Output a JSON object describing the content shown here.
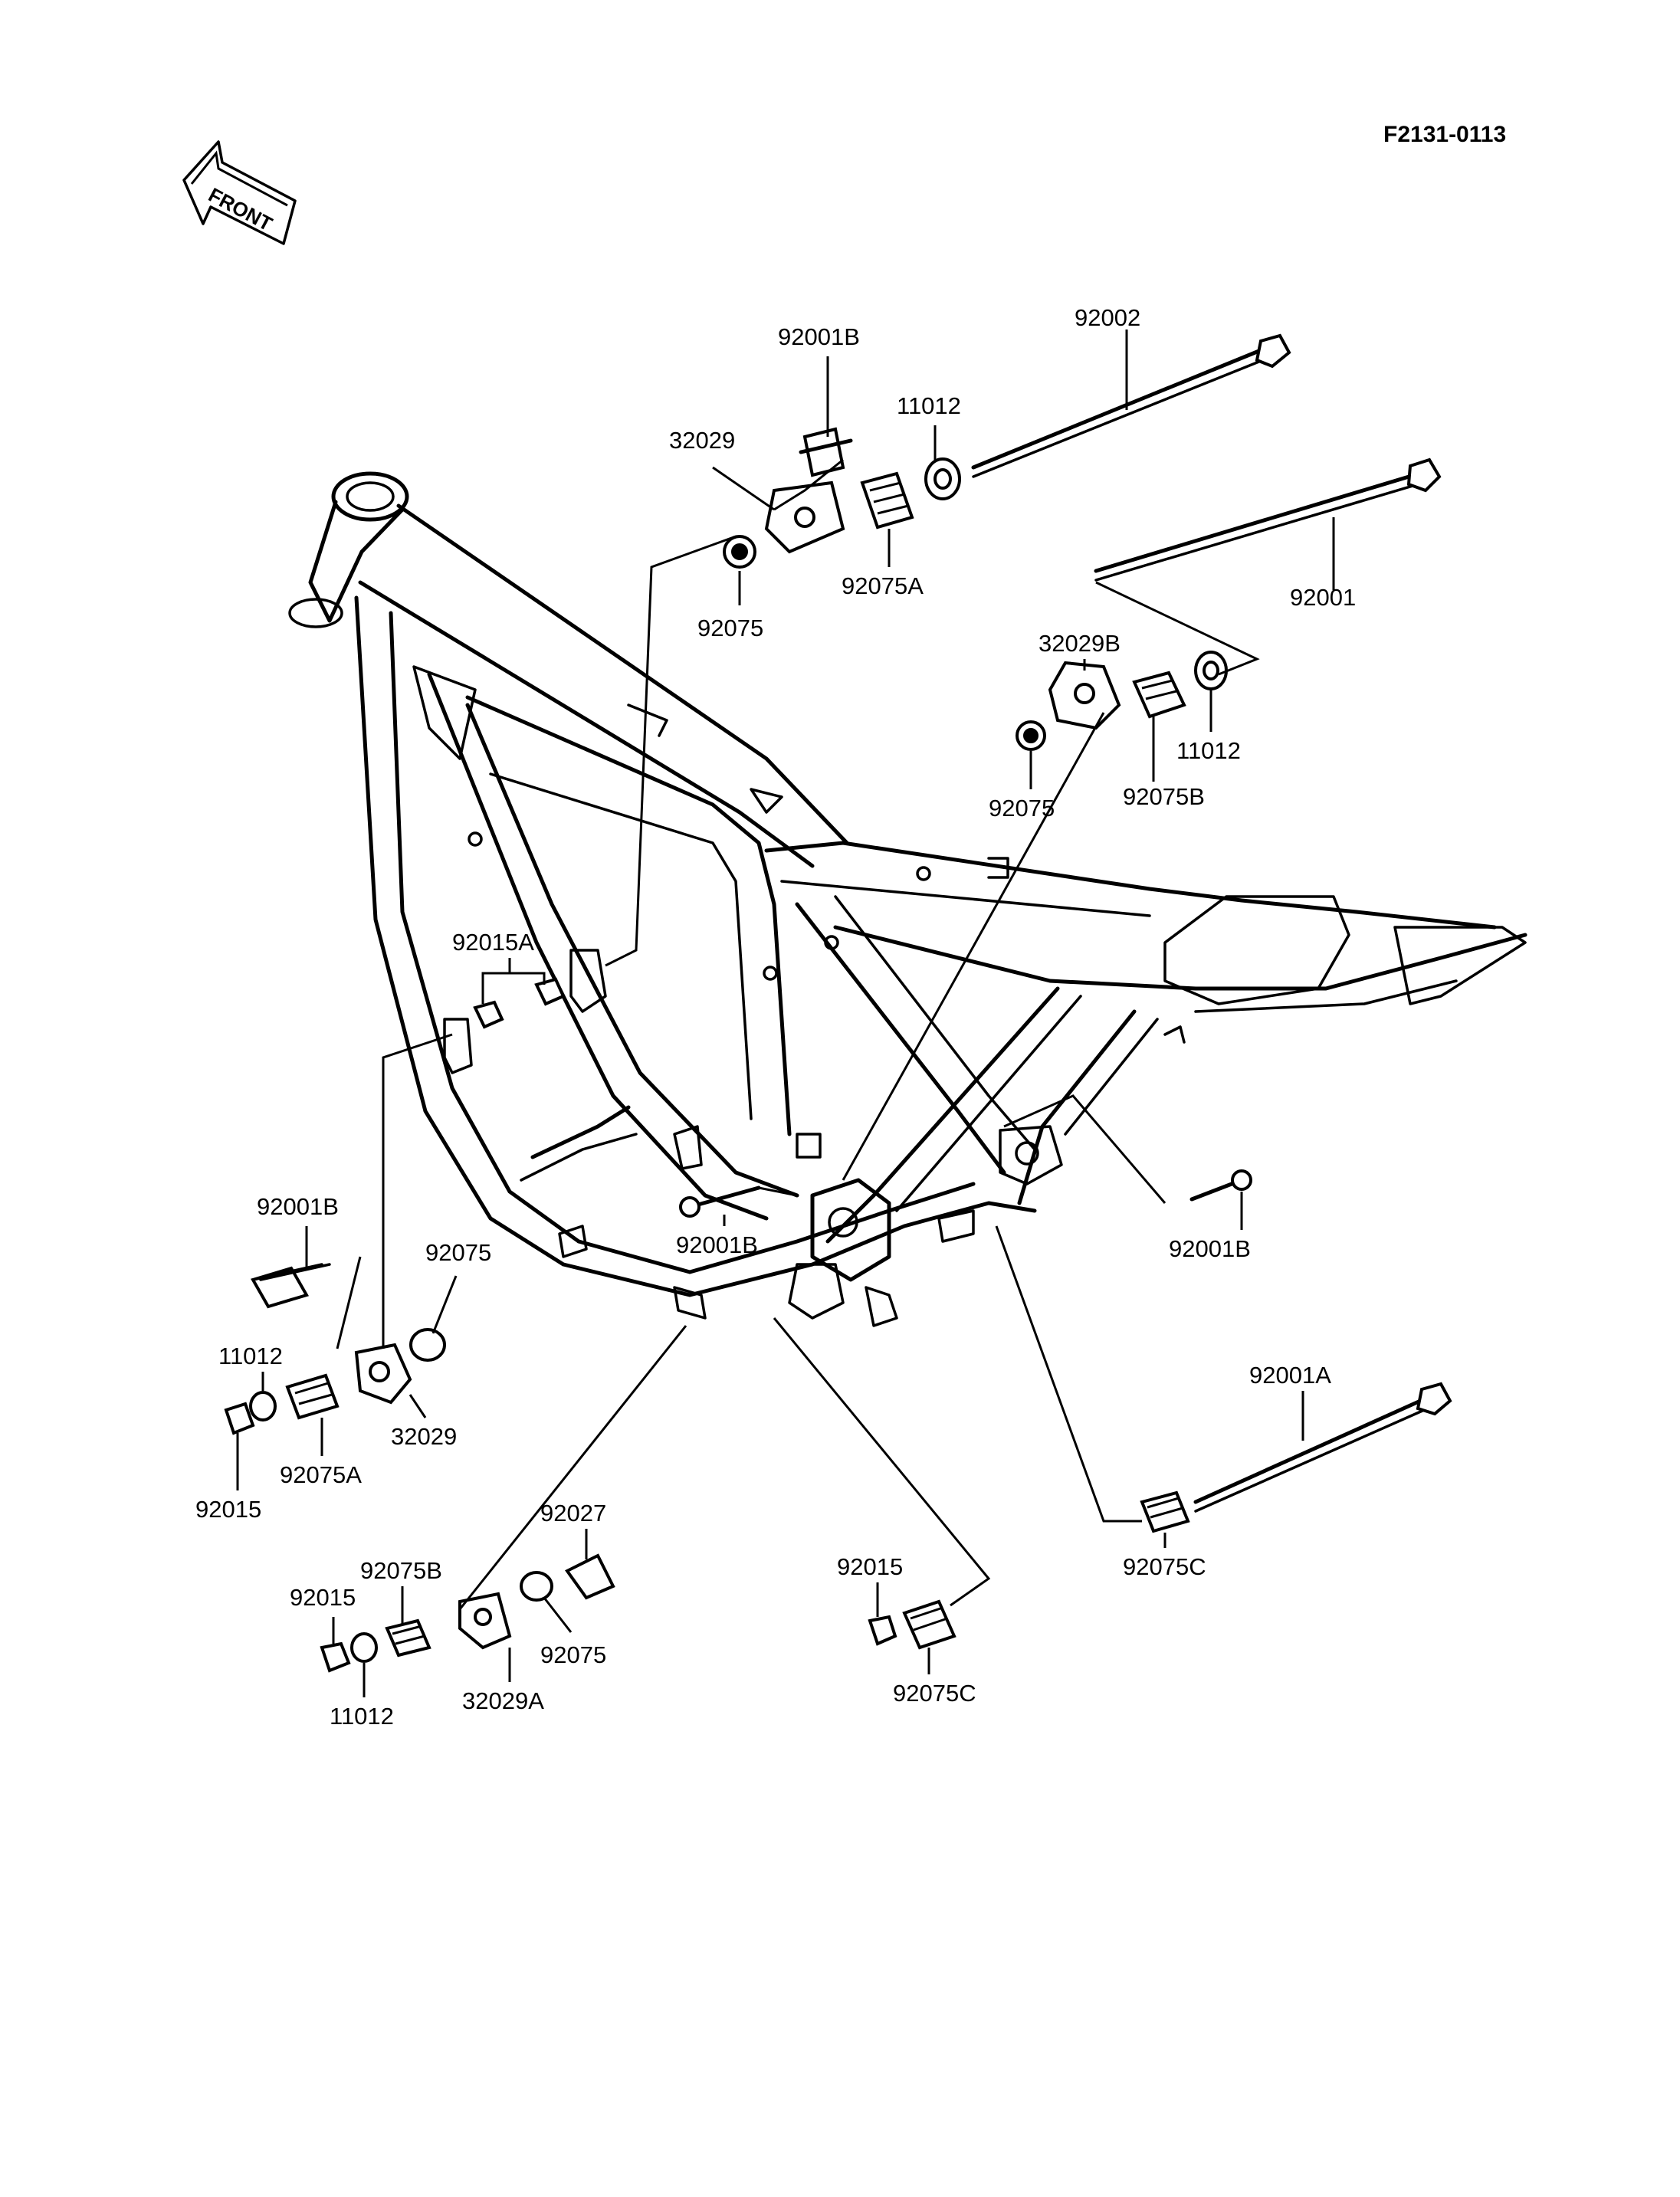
{
  "diagram_code": "F2131-0113",
  "front_label": "FRONT",
  "parts": {
    "p92002": "92002",
    "p92001": "92001",
    "p92001B_top": "92001B",
    "p11012_top": "11012",
    "p32029_top": "32029",
    "p92075_top": "92075",
    "p92075A_top": "92075A",
    "p32029B": "32029B",
    "p92075_mid": "92075",
    "p92075B_mid": "92075B",
    "p11012_mid": "11012",
    "p92015A": "92015A",
    "p92001B_left": "92001B",
    "p92075_left": "92075",
    "p11012_left": "11012",
    "p32029_left": "32029",
    "p92075A_left": "92075A",
    "p92015_left": "92015",
    "p92001B_center": "92001B",
    "p92001B_right": "92001B",
    "p92001A": "92001A",
    "p92075C_right": "92075C",
    "p92027": "92027",
    "p92075B_bottom": "92075B",
    "p92015_bottom": "92015",
    "p11012_bottom": "11012",
    "p32029A": "32029A",
    "p92075_bottom": "92075",
    "p92015_center": "92015",
    "p92075C_center": "92075C"
  }
}
